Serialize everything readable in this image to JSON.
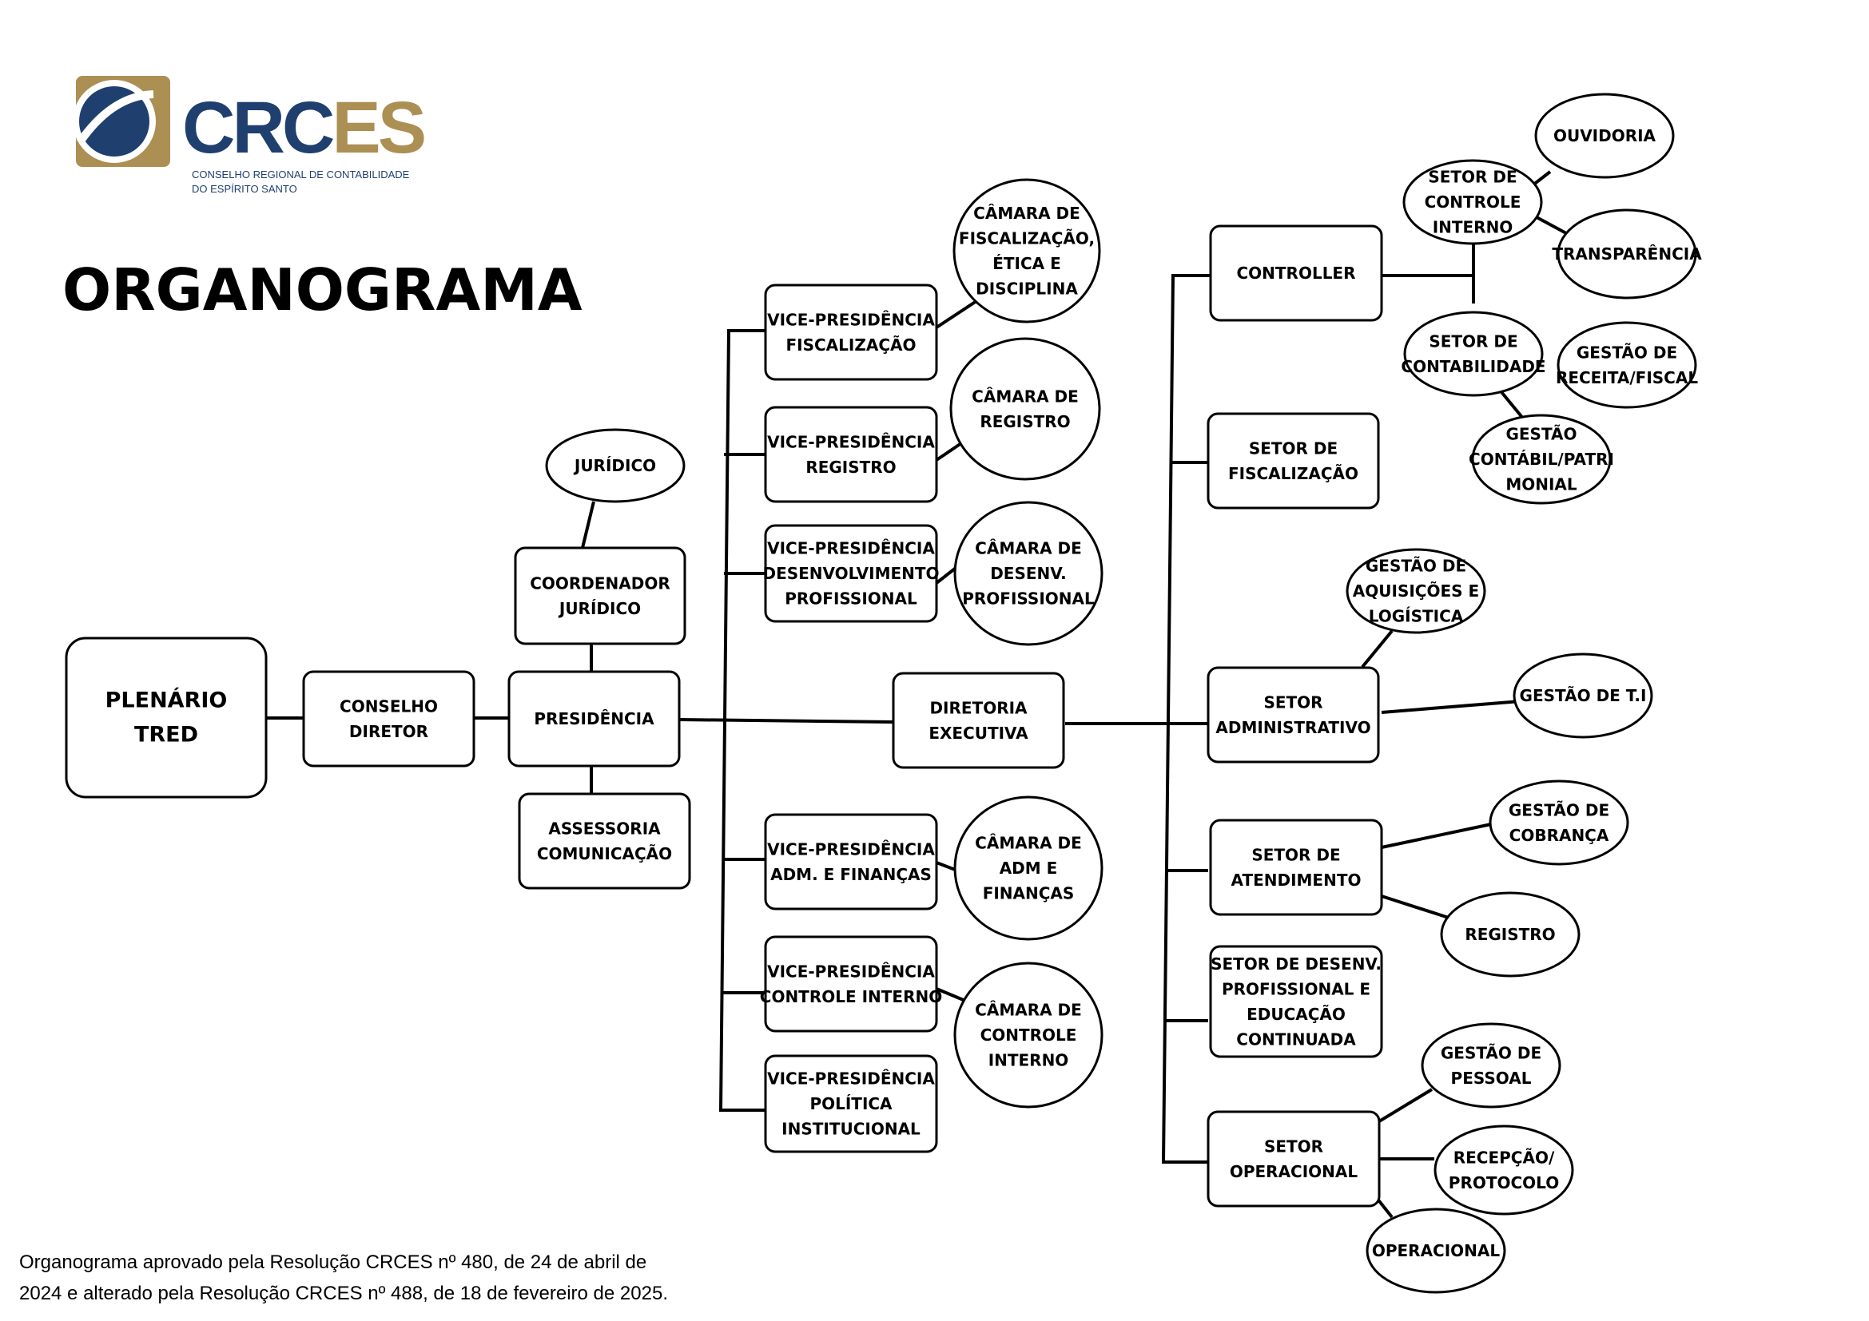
{
  "header": {
    "logo": {
      "brand_part1": "CRC",
      "brand_part2": "ES",
      "tagline_line1": "CONSELHO REGIONAL DE CONTABILIDADE",
      "tagline_line2": "DO ESPÍRITO SANTO",
      "colors": {
        "blue": "#1f3f6e",
        "gold": "#ab8f53"
      }
    },
    "title": "ORGANOGRAMA"
  },
  "nodes": {
    "plenario": [
      "PLENÁRIO",
      "TRED"
    ],
    "conselho_diretor": [
      "CONSELHO",
      "DIRETOR"
    ],
    "presidencia": [
      "PRESIDÊNCIA"
    ],
    "juridico": [
      "JURÍDICO"
    ],
    "coordenador_juridico": [
      "COORDENADOR",
      "JURÍDICO"
    ],
    "assessoria_comunicacao": [
      "ASSESSORIA",
      "COMUNICAÇÃO"
    ],
    "vp_fiscalizacao": [
      "VICE-PRESIDÊNCIA",
      "FISCALIZAÇÃO"
    ],
    "vp_registro": [
      "VICE-PRESIDÊNCIA",
      "REGISTRO"
    ],
    "vp_desenvolvimento": [
      "VICE-PRESIDÊNCIA",
      "DESENVOLVIMENTO",
      "PROFISSIONAL"
    ],
    "vp_adm_financas": [
      "VICE-PRESIDÊNCIA",
      "ADM. E FINANÇAS"
    ],
    "vp_controle_interno": [
      "VICE-PRESIDÊNCIA",
      "CONTROLE INTERNO"
    ],
    "vp_politica": [
      "VICE-PRESIDÊNCIA",
      "POLÍTICA",
      "INSTITUCIONAL"
    ],
    "camara_fiscalizacao": [
      "CÂMARA DE",
      "FISCALIZAÇÃO,",
      "ÉTICA E",
      "DISCIPLINA"
    ],
    "camara_registro": [
      "CÂMARA DE",
      "REGISTRO"
    ],
    "camara_desenv": [
      "CÂMARA DE",
      "DESENV.",
      "PROFISSIONAL"
    ],
    "camara_adm": [
      "CÂMARA DE",
      "ADM E",
      "FINANÇAS"
    ],
    "camara_controle": [
      "CÂMARA DE",
      "CONTROLE",
      "INTERNO"
    ],
    "diretoria_executiva": [
      "DIRETORIA",
      "EXECUTIVA"
    ],
    "controller": [
      "CONTROLLER"
    ],
    "setor_fiscalizacao": [
      "SETOR DE",
      "FISCALIZAÇÃO"
    ],
    "setor_administrativo": [
      "SETOR",
      "ADMINISTRATIVO"
    ],
    "setor_atendimento": [
      "SETOR DE",
      "ATENDIMENTO"
    ],
    "setor_desenv": [
      "SETOR DE DESENV.",
      "PROFISSIONAL E",
      "EDUCAÇÃO",
      "CONTINUADA"
    ],
    "setor_operacional": [
      "SETOR",
      "OPERACIONAL"
    ],
    "ouvidoria": [
      "OUVIDORIA"
    ],
    "setor_controle_interno": [
      "SETOR DE",
      "CONTROLE",
      "INTERNO"
    ],
    "transparencia": [
      "TRANSPARÊNCIA"
    ],
    "setor_contabilidade": [
      "SETOR DE",
      "CONTABILIDADE"
    ],
    "gestao_receita": [
      "GESTÃO DE",
      "RECEITA/FISCAL"
    ],
    "gestao_contabil": [
      "GESTÃO",
      "CONTÁBIL/PATRI",
      "MONIAL"
    ],
    "gestao_aquisicoes": [
      "GESTÃO DE",
      "AQUISIÇÕES E",
      "LOGÍSTICA"
    ],
    "gestao_ti": [
      "GESTÃO DE T.I"
    ],
    "gestao_cobranca": [
      "GESTÃO DE",
      "COBRANÇA"
    ],
    "registro": [
      "REGISTRO"
    ],
    "gestao_pessoal": [
      "GESTÃO DE",
      "PESSOAL"
    ],
    "recepcao": [
      "RECEPÇÃO/",
      "PROTOCOLO"
    ],
    "operacional": [
      "OPERACIONAL"
    ]
  },
  "footer": {
    "line1": "Organograma aprovado pela Resolução CRCES nº 480, de 24 de abril de",
    "line2": "2024 e alterado pela Resolução CRCES nº 488, de 18 de fevereiro de 2025."
  }
}
